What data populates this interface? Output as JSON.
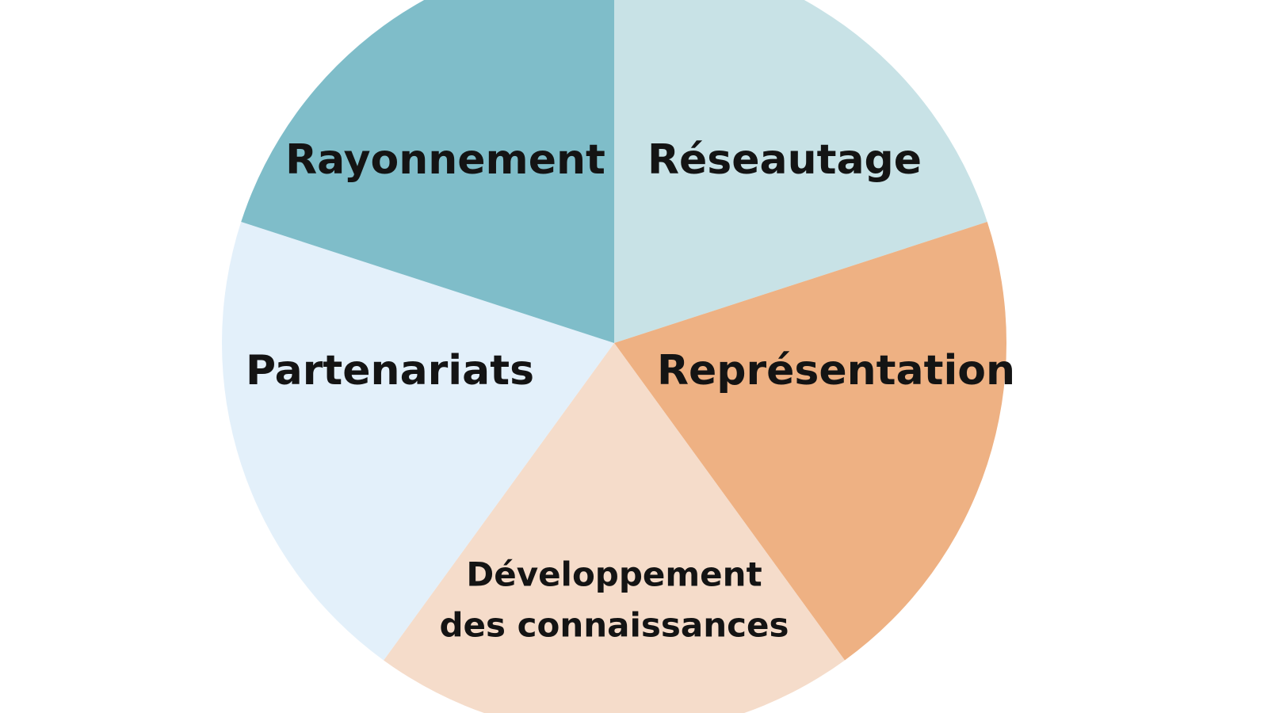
{
  "chart_data": {
    "type": "pie",
    "segments": [
      {
        "lines": [
          "Réseautage"
        ],
        "value": 1,
        "color": "#c8e2e6"
      },
      {
        "lines": [
          "Représentation"
        ],
        "value": 1,
        "color": "#eeb183"
      },
      {
        "lines": [
          "Développement",
          "des connaissances"
        ],
        "value": 1,
        "color": "#f5dcca"
      },
      {
        "lines": [
          "Partenariats"
        ],
        "value": 1,
        "color": "#e3f0fa"
      },
      {
        "lines": [
          "Rayonnement"
        ],
        "value": 1,
        "color": "#7fbdc9"
      }
    ],
    "start": "12 o'clock",
    "direction": "clockwise"
  }
}
